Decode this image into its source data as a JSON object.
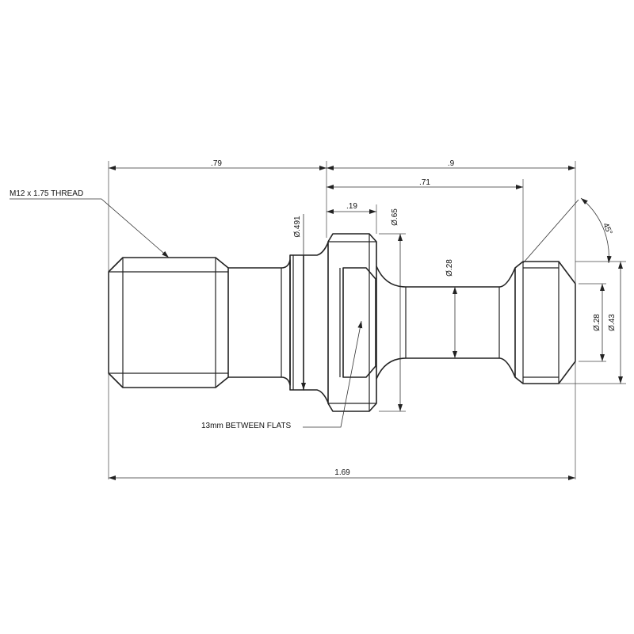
{
  "dimensions": {
    "overall_length": "1.69",
    "thread_length": ".79",
    "head_length": ".9",
    "neck_length": ".71",
    "flange_width": ".19",
    "flange_diameter": "Ø.65",
    "groove_diameter": "Ø.491",
    "neck_diameter": "Ø.28",
    "tip_inner_diameter": "Ø.28",
    "tip_outer_diameter": "Ø.43",
    "chamfer_angle": "45°"
  },
  "notes": {
    "thread": "M12 x 1.75 THREAD",
    "flats": "13mm BETWEEN FLATS"
  }
}
